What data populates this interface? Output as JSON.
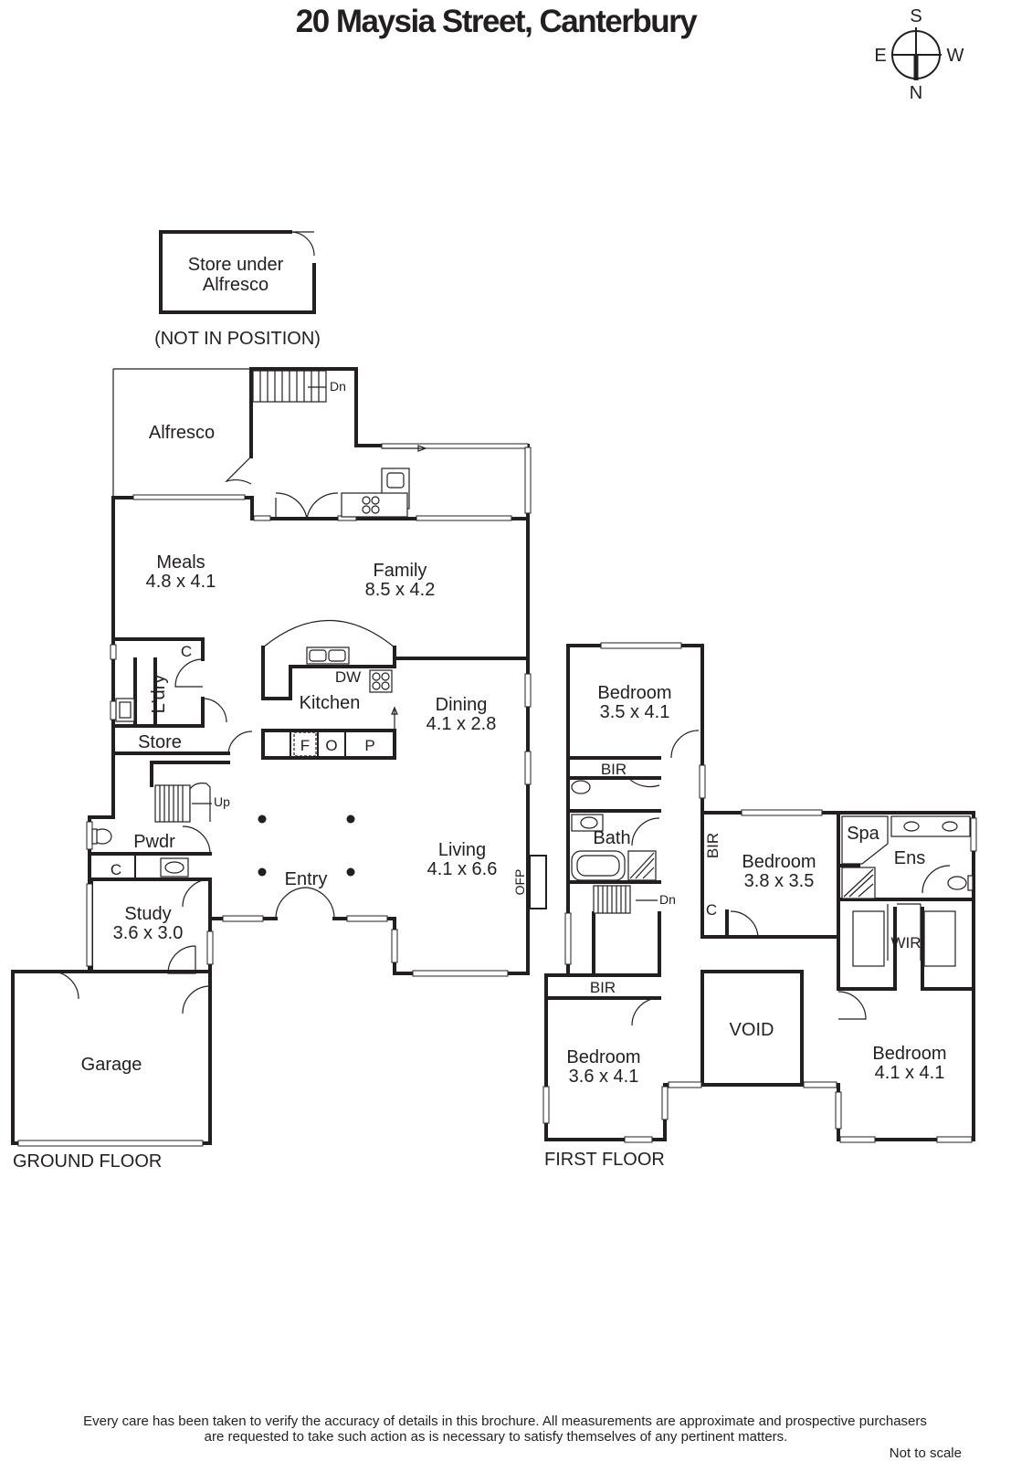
{
  "title": "20 Maysia Street, Canterbury",
  "compass": {
    "top": "S",
    "left": "E",
    "right": "W",
    "bottom": "N"
  },
  "ground_floor": {
    "label": "GROUND FLOOR",
    "store_note": {
      "line1": "Store under",
      "line2": "Alfresco",
      "note": "(NOT IN POSITION)"
    },
    "rooms": {
      "alfresco": {
        "name": "Alfresco"
      },
      "meals": {
        "name": "Meals",
        "size": "4.8 x 4.1"
      },
      "family": {
        "name": "Family",
        "size": "8.5 x 4.2"
      },
      "kitchen": {
        "name": "Kitchen"
      },
      "dining": {
        "name": "Dining",
        "size": "4.1 x 2.8"
      },
      "living": {
        "name": "Living",
        "size": "4.1 x 6.6"
      },
      "store": {
        "name": "Store"
      },
      "ldry": {
        "name": "L'dry"
      },
      "pwdr": {
        "name": "Pwdr"
      },
      "entry": {
        "name": "Entry"
      },
      "study": {
        "name": "Study",
        "size": "3.6 x 3.0"
      },
      "garage": {
        "name": "Garage"
      }
    },
    "fixtures": {
      "dn": "Dn",
      "up": "Up",
      "c1": "C",
      "c2": "C",
      "dw": "DW",
      "f": "F",
      "o": "O",
      "p": "P",
      "ofp": "OFP"
    }
  },
  "first_floor": {
    "label": "FIRST FLOOR",
    "rooms": {
      "bed1": {
        "name": "Bedroom",
        "size": "3.5 x 4.1"
      },
      "bed2": {
        "name": "Bedroom",
        "size": "3.8 x 3.5"
      },
      "bed3": {
        "name": "Bedroom",
        "size": "3.6 x 4.1"
      },
      "bed4": {
        "name": "Bedroom",
        "size": "4.1 x 4.1"
      },
      "bath": {
        "name": "Bath"
      },
      "ens": {
        "name": "Ens"
      },
      "spa": {
        "name": "Spa"
      },
      "wir": {
        "name": "WIR"
      },
      "void": {
        "name": "VOID"
      }
    },
    "fixtures": {
      "bir1": "BIR",
      "bir2": "BIR",
      "bir3": "BIR",
      "c": "C",
      "dn": "Dn"
    }
  },
  "disclaimer": {
    "line1": "Every care has been taken to verify the accuracy of details in this brochure.  All measurements are approximate and prospective purchasers",
    "line2": "are requested to take such action as is necessary to satisfy themselves of any pertinent matters."
  },
  "not_to_scale": "Not to scale"
}
